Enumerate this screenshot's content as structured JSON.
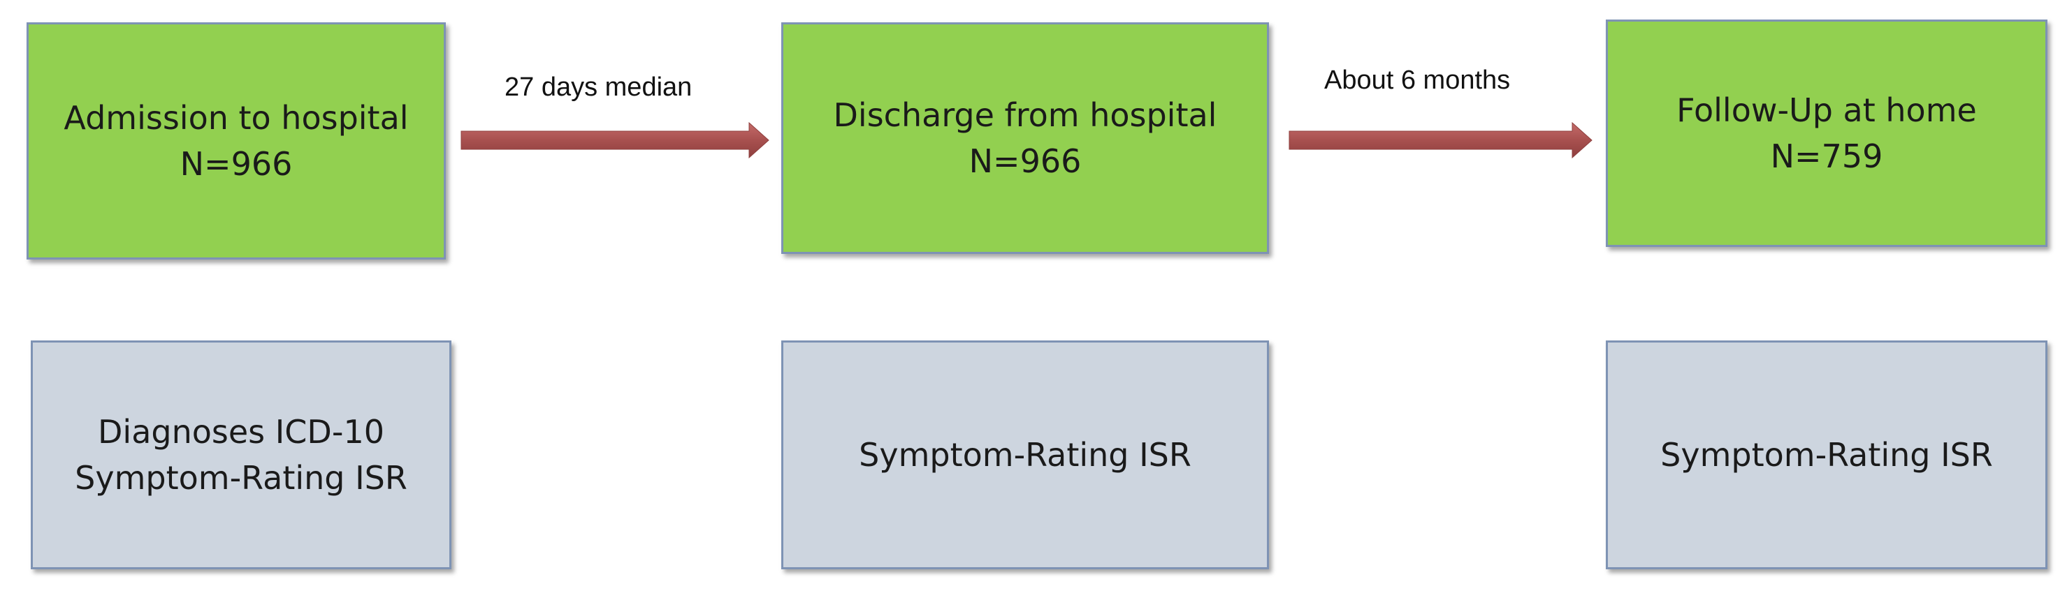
{
  "stages": [
    {
      "title": "Admission to hospital",
      "count": "N=966"
    },
    {
      "title": "Discharge from hospital",
      "count": "N=966"
    },
    {
      "title": "Follow-Up at home",
      "count": "N=759"
    }
  ],
  "measures": [
    {
      "line1": "Diagnoses ICD-10",
      "line2": "Symptom-Rating ISR"
    },
    {
      "line1": "Symptom-Rating ISR"
    },
    {
      "line1": "Symptom-Rating ISR"
    }
  ],
  "transitions": [
    {
      "label": "27 days median"
    },
    {
      "label": "About 6 months"
    }
  ],
  "colors": {
    "stage_fill": "#92d050",
    "measure_fill": "#cdd5df",
    "box_border": "#7e93b4",
    "arrow": "#a8504f"
  }
}
